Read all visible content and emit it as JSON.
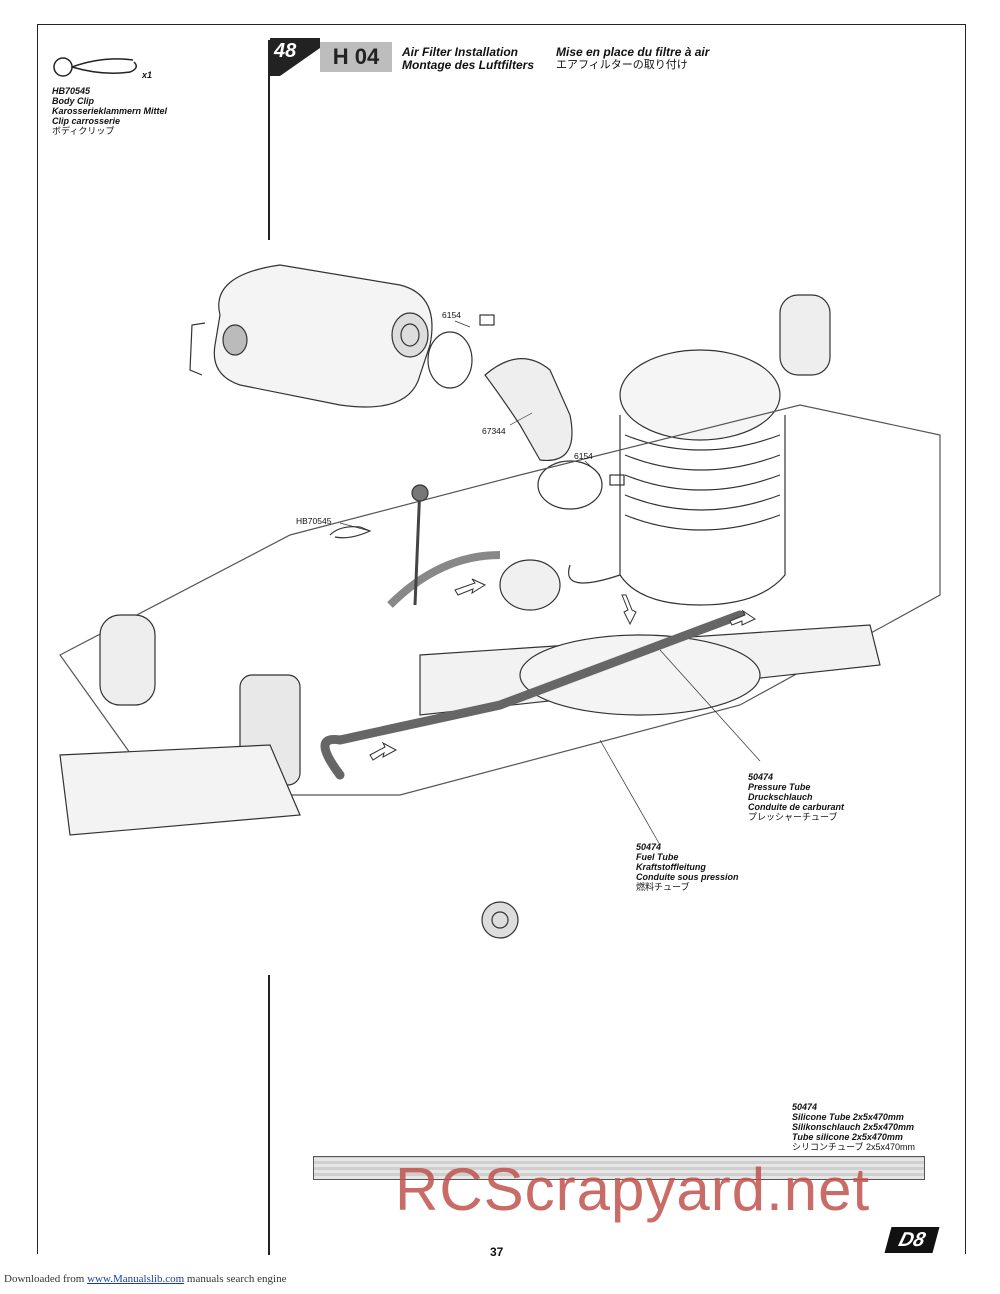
{
  "header": {
    "step_number": "48",
    "step_code": "H 04",
    "title_en": "Air Filter Installation",
    "title_de": "Montage des Luftfilters",
    "title_fr": "Mise en place du filtre à air",
    "title_jp": "エアフィルターの取り付け"
  },
  "parts_box": {
    "part_number": "HB70545",
    "quantity": "x1",
    "name_en": "Body Clip",
    "name_de": "Karosserieklammern Mittel",
    "name_fr": "Clip carrosserie",
    "name_jp": "ボディクリップ"
  },
  "callouts": {
    "band1": "6154",
    "boot": "67344",
    "band2": "6154",
    "clip": "HB70545"
  },
  "pressure_tube": {
    "part_number": "50474",
    "name_en": "Pressure Tube",
    "name_de": "Druckschlauch",
    "name_fr": "Conduite de carburant",
    "name_jp": "プレッシャーチューブ"
  },
  "fuel_tube": {
    "part_number": "50474",
    "name_en": "Fuel Tube",
    "name_de": "Kraftstoffleitung",
    "name_fr": "Conduite sous pression",
    "name_jp": "燃料チューブ"
  },
  "silicone_tube": {
    "part_number": "50474",
    "name_en": "Silicone Tube 2x5x470mm",
    "name_de": "Silikonschlauch 2x5x470mm",
    "name_fr": "Tube silicone 2x5x470mm",
    "name_jp": "シリコンチューブ 2x5x470mm"
  },
  "page_number": "37",
  "logo_text": "D8",
  "watermark": "RCScrapyard.net",
  "footer": {
    "prefix": "Downloaded from",
    "link": "www.Manualslib.com",
    "suffix": "manuals search engine"
  },
  "colors": {
    "watermark": "#c0524c",
    "step_badge": "#222222",
    "code_box": "#bdbdbd"
  }
}
